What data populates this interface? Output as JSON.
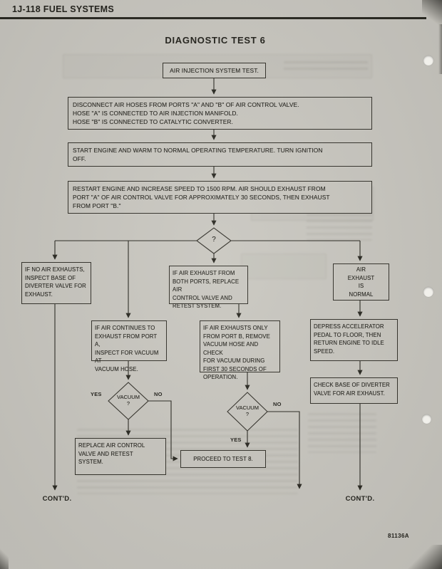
{
  "page": {
    "header": "1J-118  FUEL SYSTEMS",
    "title": "DIAGNOSTIC TEST 6",
    "figure_code": "81136A"
  },
  "nodes": {
    "start": "AIR INJECTION SYSTEM TEST.",
    "disconnect": "DISCONNECT AIR HOSES FROM PORTS \"A\" AND \"B\" OF AIR CONTROL VALVE.\nHOSE \"A\" IS CONNECTED TO AIR INJECTION MANIFOLD.\nHOSE \"B\" IS CONNECTED TO CATALYTIC CONVERTER.",
    "start_engine": "START ENGINE AND WARM TO NORMAL OPERATING TEMPERATURE. TURN IGNITION\nOFF.",
    "restart": "RESTART ENGINE AND INCREASE SPEED TO 1500 RPM. AIR SHOULD EXHAUST FROM\nPORT \"A\" OF AIR CONTROL VALVE FOR APPROXIMATELY 30 SECONDS, THEN EXHAUST\nFROM PORT \"B.\"",
    "main_decision": "?",
    "no_air": "IF NO AIR EXHAUSTS,\nINSPECT BASE OF\nDIVERTER VALVE FOR\nEXHAUST.",
    "both_ports": "IF AIR EXHAUST FROM\nBOTH PORTS, REPLACE AIR\nCONTROL VALVE AND\nRETEST SYSTEM.",
    "air_normal": "AIR\nEXHAUST\nIS\nNORMAL",
    "port_a": "IF AIR CONTINUES TO\nEXHAUST FROM PORT A,\nINSPECT FOR VACUUM AT\nVACUUM HOSE.",
    "port_b": "IF AIR EXHAUSTS ONLY\nFROM PORT B, REMOVE\nVACUUM HOSE AND CHECK\nFOR VACUUM DURING\nFIRST 30 SECONDS OF\nOPERATION.",
    "depress": "DEPRESS ACCELERATOR\nPEDAL TO FLOOR, THEN\nRETURN ENGINE TO IDLE\nSPEED.",
    "vacuum_a": "VACUUM\n?",
    "vacuum_b": "VACUUM\n?",
    "check_base": "CHECK BASE OF DIVERTER\nVALVE FOR AIR EXHAUST.",
    "replace": "REPLACE AIR CONTROL\nVALVE AND RETEST\nSYSTEM.",
    "proceed": "PROCEED TO TEST 8."
  },
  "labels": {
    "yes_a": "YES",
    "no_a": "NO",
    "no_b": "NO",
    "yes_b": "YES",
    "contd_left": "CONT'D.",
    "contd_right": "CONT'D."
  },
  "colors": {
    "ink": "#2b2a23",
    "paper": "#c9c7c0"
  }
}
